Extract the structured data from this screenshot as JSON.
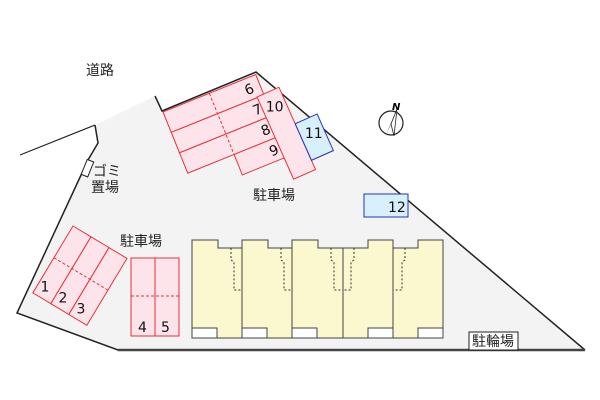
{
  "labels": {
    "road": "道路",
    "garbage_line1": "ゴミ",
    "garbage_line2": "置場",
    "parking_north": "駐車場",
    "parking_west": "駐車場",
    "bicycle_parking": "駐輪場",
    "compass": "N"
  },
  "parking_slots": [
    "1",
    "2",
    "3",
    "4",
    "5",
    "6",
    "7",
    "8",
    "9",
    "10",
    "11",
    "12"
  ],
  "colors": {
    "site": "#f3f3f3",
    "slot_fill": "#fde3ea",
    "slot_stroke": "#e8323c",
    "visitor_fill": "#d8f0fb",
    "visitor_stroke": "#2233bb",
    "building": "#fbf8d0"
  }
}
